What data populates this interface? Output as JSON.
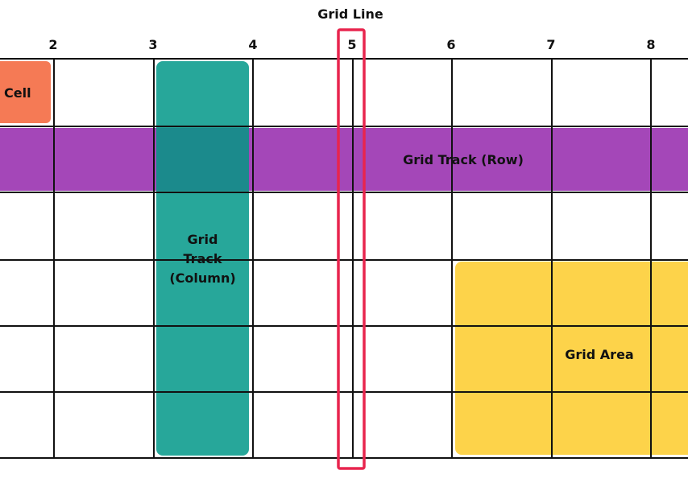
{
  "title": "Grid Line",
  "line_numbers": [
    "2",
    "3",
    "4",
    "5",
    "6",
    "7",
    "8"
  ],
  "labels": {
    "cell": "l Cell",
    "row_track": "Grid Track (Row)",
    "column_track_1": "Grid",
    "column_track_2": "Track",
    "column_track_3": "(Column)",
    "area": "Grid Area"
  },
  "colors": {
    "cell": "#f57a55",
    "row_track": "#a447b8",
    "column_track": "#27a79a",
    "overlap": "#1b8a8c",
    "area": "#fdd34a",
    "highlight": "#e8254e",
    "grid": "#111111"
  }
}
